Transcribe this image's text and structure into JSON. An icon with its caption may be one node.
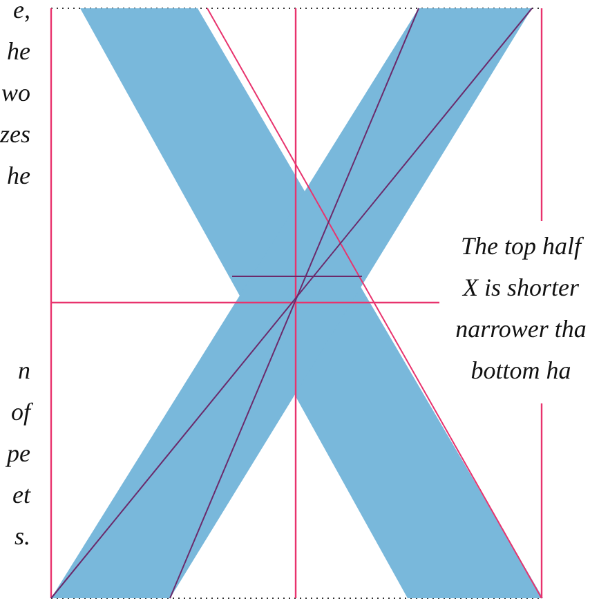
{
  "diagram": {
    "labels": [
      "e, he wo zes he",
      "n of pe et s.",
      "The top half X is shorter narrower tha bottom ha"
    ]
  }
}
